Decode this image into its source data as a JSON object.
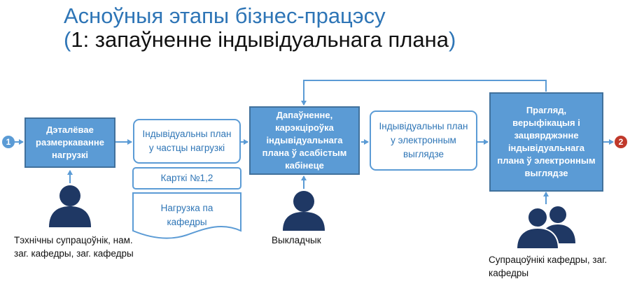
{
  "title": {
    "line1": "Асноўныя этапы бізнес-працэсу",
    "line2_open": "(",
    "line2_text": "1: запаўненне індывідуальнага плана",
    "line2_close": ")"
  },
  "start_marker": "1",
  "end_marker": "2",
  "steps": {
    "step1": "Дэталёвае размеркаванне нагрузкі",
    "step2": "Дапаўненне, карэкціроўка індывідуальнага плана ў асабістым кабінеце",
    "step3": "Прагляд, верыфікацыя і зацвярджэнне індывідуальнага плана ў электронным выглядзе"
  },
  "artifacts": {
    "plan_partial": "Індывідуальны план у частцы нагрузкі",
    "cards": "Карткі №1,2",
    "load_doc": "Нагрузка па кафедры",
    "plan_electronic": "Індывідуальны план у электронным выглядзе"
  },
  "actors": {
    "actor1": "Тэхнічны супрацоўнік, нам. заг. кафедры, заг. кафедры",
    "actor2": "Выкладчык",
    "actor3": "Супрацоўнікі кафедры, заг. кафедры"
  },
  "colors": {
    "accent": "#5b9bd5",
    "dark_accent": "#2e75b6",
    "person": "#1f3864",
    "end_marker": "#c0392b"
  }
}
